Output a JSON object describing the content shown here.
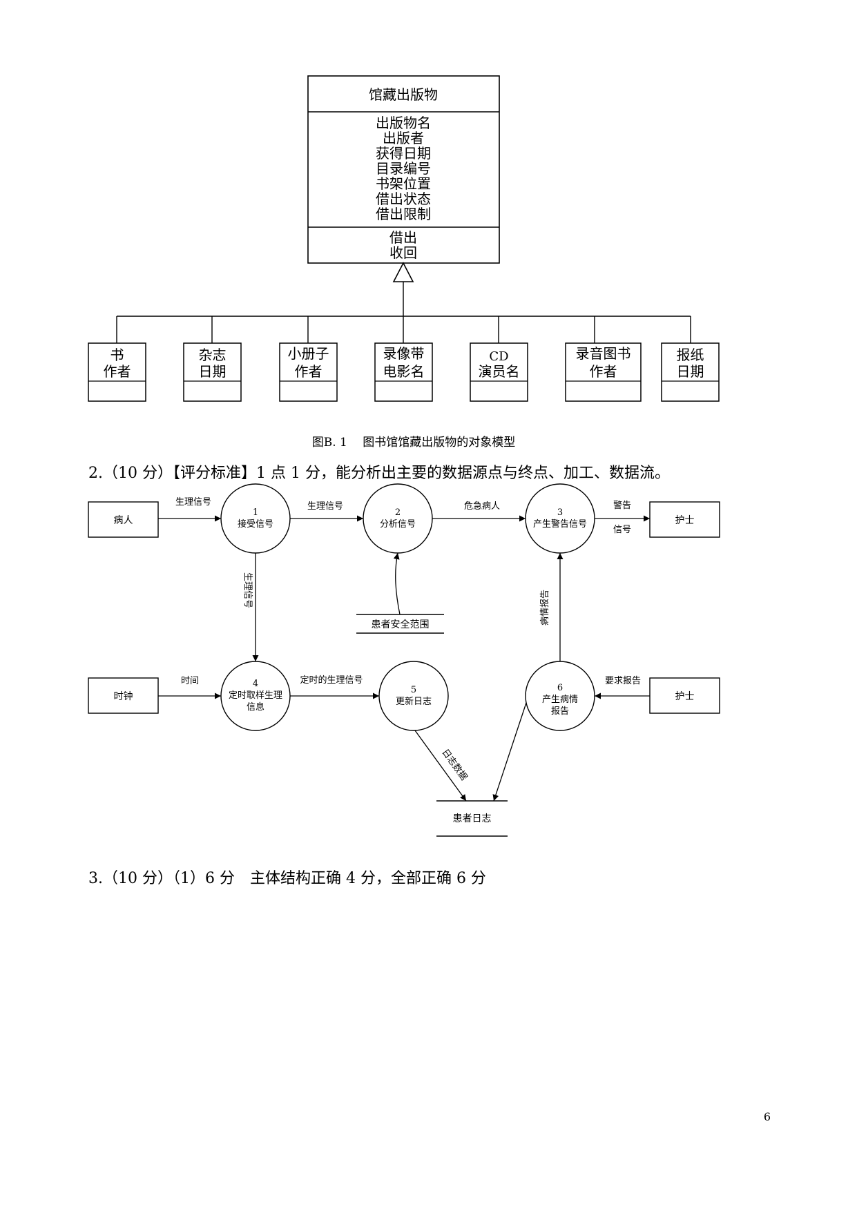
{
  "class_model": {
    "parent": {
      "name": "馆藏出版物",
      "attributes": [
        "出版物名",
        "出版者",
        "获得日期",
        "目录编号",
        "书架位置",
        "借出状态",
        "借出限制"
      ],
      "operations": [
        "借出",
        "收回"
      ]
    },
    "children": [
      {
        "name": "书",
        "attribute": "作者"
      },
      {
        "name": "杂志",
        "attribute": "日期"
      },
      {
        "name": "小册子",
        "attribute": "作者"
      },
      {
        "name": "录像带",
        "attribute": "电影名"
      },
      {
        "name": "CD",
        "attribute": "演员名"
      },
      {
        "name": "录音图书",
        "attribute": "作者"
      },
      {
        "name": "报纸",
        "attribute": "日期"
      }
    ],
    "caption": "图B. 1　 图书馆馆藏出版物的对象模型"
  },
  "section2_text": "2.（10 分）【评分标准】1 点 1 分，能分析出主要的数据源点与终点、加工、数据流。",
  "dfd": {
    "externals": {
      "patient": "病人",
      "nurse_top": "护士",
      "clock": "时钟",
      "nurse_bottom": "护士"
    },
    "processes": {
      "p1": {
        "num": "1",
        "lines": [
          "接受信号"
        ]
      },
      "p2": {
        "num": "2",
        "lines": [
          "分析信号"
        ]
      },
      "p3": {
        "num": "3",
        "lines": [
          "产生警告信号"
        ]
      },
      "p4": {
        "num": "4",
        "lines": [
          "定时取样生理",
          "信息"
        ]
      },
      "p5": {
        "num": "5",
        "lines": [
          "更新日志"
        ]
      },
      "p6": {
        "num": "6",
        "lines": [
          "产生病情",
          "报告"
        ]
      }
    },
    "stores": {
      "safety_range": "患者安全范围",
      "patient_log": "患者日志"
    },
    "flows": {
      "patient_to_p1": "生理信号",
      "p1_to_p2": "生理信号",
      "p2_to_p3": "危急病人",
      "p3_to_nurse_1": "警告",
      "p3_to_nurse_2": "信号",
      "p1_to_p4": "生理信号",
      "clock_to_p4": "时间",
      "p4_to_p5": "定时的生理信号",
      "p5_to_log": "日志数据",
      "p6_to_p3": "病情报告",
      "nurse_to_p6": "要求报告"
    }
  },
  "section3_text": "3.（10 分）（1）6 分　主体结构正确 4 分，全部正确 6 分",
  "page_number": "6"
}
